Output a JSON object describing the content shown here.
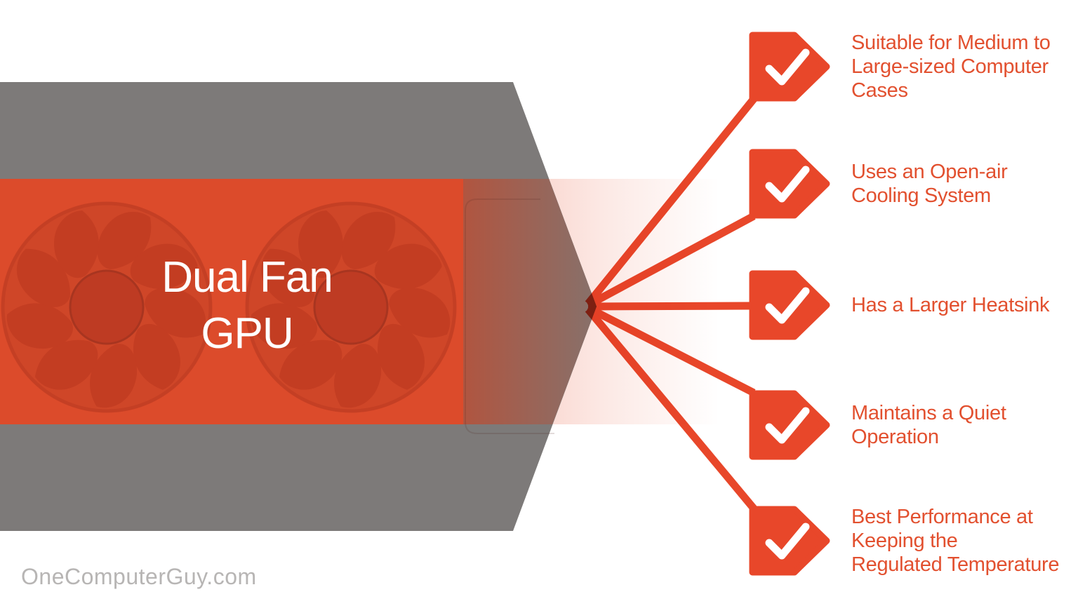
{
  "brand": {
    "watermark": "OneComputerGuy.com"
  },
  "diagram": {
    "title": "Dual Fan\nGPU",
    "subject": "Dual Fan GPU infographic",
    "features": [
      {
        "icon": "checkmark-icon",
        "label": "Suitable for Medium to\nLarge-sized Computer\nCases"
      },
      {
        "icon": "checkmark-icon",
        "label": "Uses an Open-air\nCooling System"
      },
      {
        "icon": "checkmark-icon",
        "label": "Has a Larger Heatsink"
      },
      {
        "icon": "checkmark-icon",
        "label": "Maintains a Quiet\nOperation"
      },
      {
        "icon": "checkmark-icon",
        "label": "Best Performance at\nKeeping the\nRegulated Temperature"
      }
    ],
    "colors": {
      "accent": "#E8472A",
      "feature_text": "#E2502F",
      "band_orange": "#DC4B2B",
      "fan_red": "#CF4628",
      "gray_card": "#7D7A79",
      "title_text": "#FFFFFF",
      "watermark_gray": "#B7B5B4"
    }
  }
}
